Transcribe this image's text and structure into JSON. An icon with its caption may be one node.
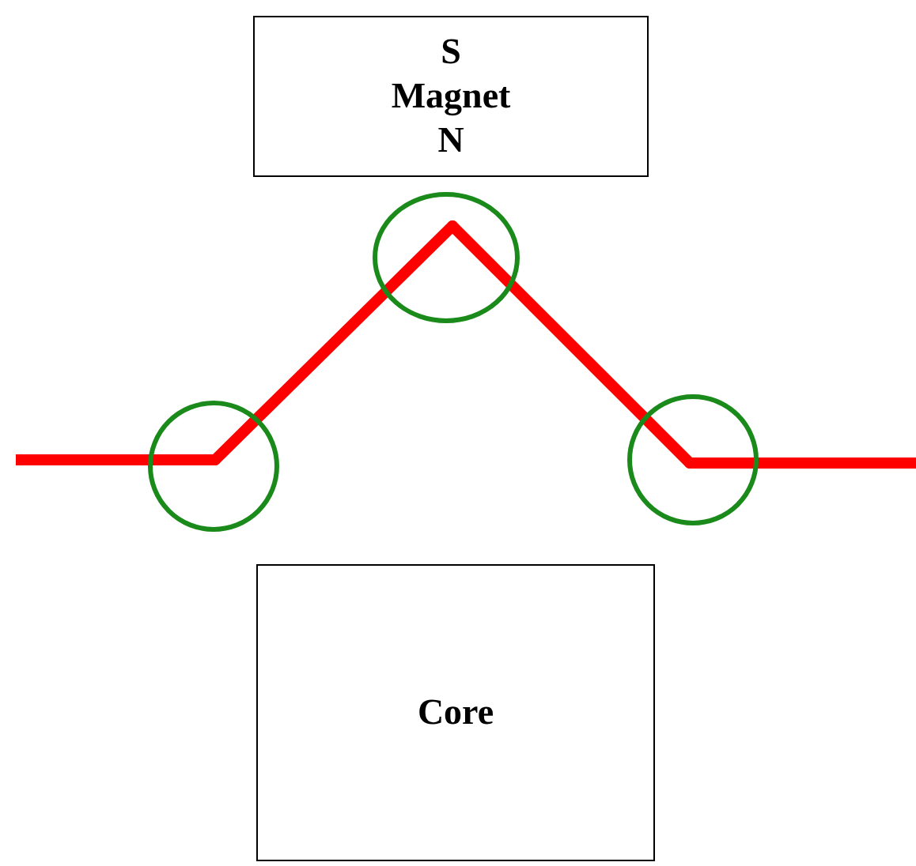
{
  "diagram": {
    "nodes": [
      {
        "text": [
          "S",
          "Magnet",
          "N"
        ]
      },
      {
        "text": [
          "Core"
        ]
      },
      {
        "text": [],
        "shape": "circle"
      },
      {
        "text": [],
        "shape": "circle"
      },
      {
        "text": [],
        "shape": "circle"
      }
    ],
    "edges": [
      {
        "from": null,
        "to": 2,
        "arrow": "none"
      },
      {
        "from": 2,
        "to": 3,
        "arrow": "none"
      },
      {
        "from": 3,
        "to": 4,
        "arrow": "none"
      },
      {
        "from": 4,
        "to": null,
        "arrow": "none"
      }
    ]
  }
}
